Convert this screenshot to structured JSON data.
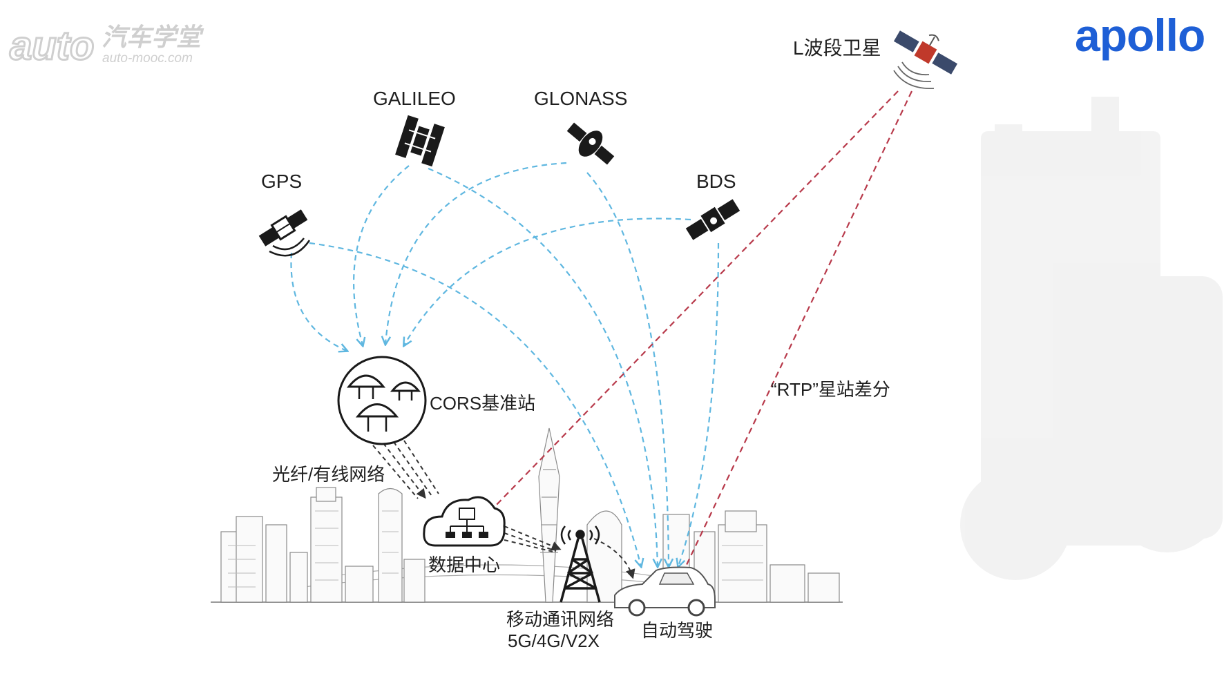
{
  "logo_left": {
    "brand": "auto",
    "name_cn": "汽车学堂",
    "url": "auto-mooc.com"
  },
  "logo_right": {
    "brand": "apollo",
    "color": "#1e5fd6"
  },
  "satellites": {
    "gps": "GPS",
    "galileo": "GALILEO",
    "glonass": "GLONASS",
    "bds": "BDS",
    "l_band": "L波段卫星"
  },
  "labels": {
    "cors": "CORS基准站",
    "fiber": "光纤/有线网络",
    "data_center": "数据中心",
    "mobile_network_line1": "移动通讯网络",
    "mobile_network_line2": "5G/4G/V2X",
    "autonomous": "自动驾驶",
    "rtp": "“RTP”星站差分"
  },
  "colors": {
    "gnss_signal": "#5fb7e0",
    "rtp_signal": "#b83a4b",
    "network_link": "#333333",
    "apollo_blue": "#1e5fd6",
    "watermark": "#d0d0d0"
  }
}
